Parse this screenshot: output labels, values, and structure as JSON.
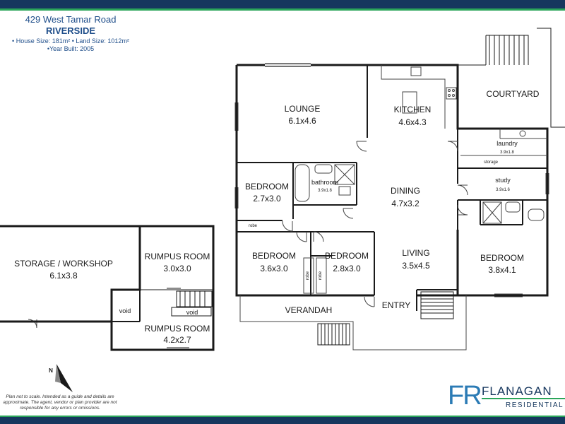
{
  "header": {
    "address": "429 West Tamar Road",
    "suburb": "RIVERSIDE",
    "sizes": "• House Size: 181m² • Land Size: 1012m²",
    "year": "•Year Built: 2005"
  },
  "rooms": {
    "lounge": {
      "name": "LOUNGE",
      "dims": "6.1x4.6"
    },
    "kitchen": {
      "name": "KITCHEN",
      "dims": "4.6x4.3"
    },
    "courtyard": {
      "name": "COURTYARD"
    },
    "laundry": {
      "name": "laundry",
      "dims": "3.9x1.8"
    },
    "storage": {
      "name": "storage"
    },
    "study": {
      "name": "study",
      "dims": "3.9x1.6"
    },
    "bedroom1": {
      "name": "BEDROOM",
      "dims": "2.7x3.0"
    },
    "bathroom": {
      "name": "bathroom",
      "dims": "3.9x1.8"
    },
    "robe1": {
      "name": "robe"
    },
    "dining": {
      "name": "DINING",
      "dims": "4.7x3.2"
    },
    "bedroom2": {
      "name": "BEDROOM",
      "dims": "3.6x3.0"
    },
    "bedroom3": {
      "name": "BEDROOM",
      "dims": "2.8x3.0"
    },
    "robe2": {
      "name": "robe"
    },
    "robe3": {
      "name": "robe"
    },
    "living": {
      "name": "LIVING",
      "dims": "3.5x4.5"
    },
    "bedroom4": {
      "name": "BEDROOM",
      "dims": "3.8x4.1"
    },
    "verandah": {
      "name": "VERANDAH"
    },
    "entry": {
      "name": "ENTRY"
    },
    "storage_workshop": {
      "name": "STORAGE / WORKSHOP",
      "dims": "6.1x3.8"
    },
    "rumpus1": {
      "name": "RUMPUS ROOM",
      "dims": "3.0x3.0"
    },
    "rumpus2": {
      "name": "RUMPUS ROOM",
      "dims": "4.2x2.7"
    },
    "void1": {
      "name": "void"
    },
    "void2": {
      "name": "void"
    }
  },
  "compass": {
    "label": "N"
  },
  "disclaimer": "Plan not to scale. Intended as a guide and details are approximate. The agent, vendor or plan provider are not responsible for any errors or omissions.",
  "brand": {
    "mark": "FR",
    "name": "FLANAGAN",
    "tagline": "RESIDENTIAL"
  },
  "colors": {
    "navy": "#16375e",
    "green": "#2ba55a",
    "blue": "#2b7bb5",
    "text": "#1f4e8a"
  }
}
